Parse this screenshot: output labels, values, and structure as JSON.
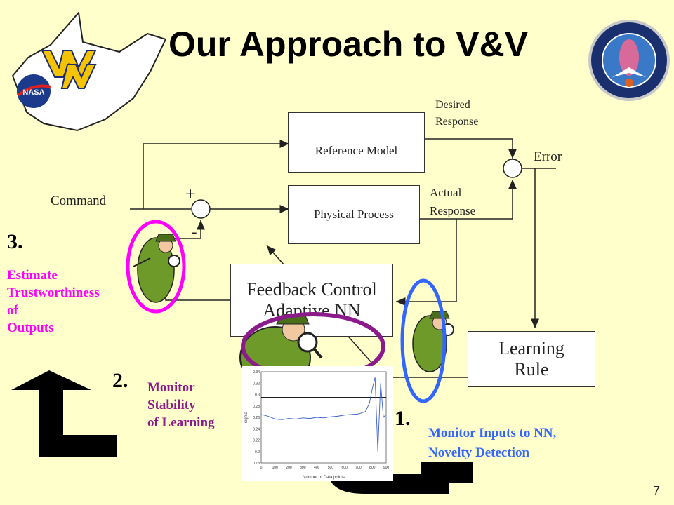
{
  "slide": {
    "title": "Our Approach to V&V",
    "page_number": "7"
  },
  "diagram": {
    "reference_model": "Reference Model",
    "physical_process": "Physical Process",
    "feedback_control_line1": "Feedback Control",
    "feedback_control_line2": "Adaptive NN",
    "learning_rule_line1": "Learning",
    "learning_rule_line2": "Rule",
    "command": "Command",
    "error": "Error",
    "desired_response_line1": "Desired",
    "desired_response_line2": "Response",
    "actual_response_line1": "Actual",
    "actual_response_line2": "Response",
    "plus": "+",
    "minus": "-"
  },
  "annotations": {
    "step3": {
      "number": "3.",
      "lines": [
        "Estimate",
        "Trustworthiness",
        "of",
        "Outputs"
      ],
      "color": "#ff00ff"
    },
    "step2": {
      "number": "2.",
      "lines": [
        "Monitor",
        "Stability",
        "of Learning"
      ],
      "color": "#8b1a8b"
    },
    "step1": {
      "number": "1.",
      "lines": [
        "Monitor Inputs to NN,",
        "Novelty Detection"
      ],
      "color": "#3366ff"
    }
  },
  "colors": {
    "background": "#ffffcc",
    "magenta": "#ff00ff",
    "purple": "#8b1a8b",
    "blue": "#3366ff"
  },
  "icons": [
    "wv-state-logo",
    "nasa-logo",
    "ifcs-patch-logo",
    "detective-icon",
    "magnifier-icon",
    "return-arrow-icon"
  ],
  "chart_data": {
    "type": "line",
    "xlabel": "Number of Data points",
    "ylabel": "sigma",
    "xlim": [
      0,
      900
    ],
    "ylim": [
      0.18,
      0.34
    ],
    "x_ticks": [
      "0",
      "100",
      "200",
      "300",
      "400",
      "500",
      "600",
      "700",
      "800",
      "900"
    ],
    "y_ticks": [
      "0.18",
      "0.2",
      "0.22",
      "0.24",
      "0.26",
      "0.28",
      "0.3",
      "0.32",
      "0.34"
    ],
    "threshold_lines": [
      0.295,
      0.22
    ],
    "series": [
      {
        "x": [
          0,
          50,
          100,
          150,
          200,
          250,
          300,
          350,
          400,
          450,
          500,
          550,
          600,
          650,
          700,
          750,
          780,
          800,
          820,
          840,
          860,
          880,
          900
        ],
        "values": [
          0.265,
          0.262,
          0.257,
          0.256,
          0.258,
          0.257,
          0.259,
          0.258,
          0.26,
          0.259,
          0.261,
          0.262,
          0.264,
          0.265,
          0.266,
          0.27,
          0.285,
          0.31,
          0.33,
          0.2,
          0.32,
          0.26,
          0.265
        ]
      }
    ]
  }
}
